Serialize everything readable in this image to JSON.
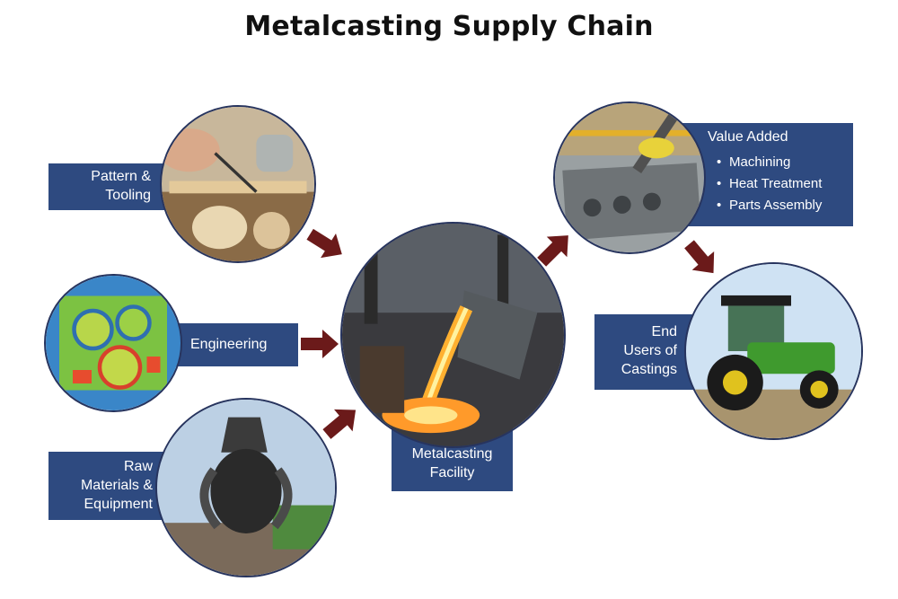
{
  "title": "Metalcasting Supply Chain",
  "nodes": {
    "pattern": {
      "label": "Pattern &\nTooling"
    },
    "engineering": {
      "label": "Engineering"
    },
    "raw": {
      "label": "Raw\nMaterials &\nEquipment"
    },
    "facility": {
      "label": "Metalcasting\nFacility"
    },
    "value_added": {
      "label": "Value Added",
      "items": [
        "Machining",
        "Heat Treatment",
        "Parts Assembly"
      ]
    },
    "end_users": {
      "label": "End\nUsers of\nCastings"
    }
  },
  "colors": {
    "label_bg": "#2e4a80",
    "circle_border": "#27345e",
    "arrow": "#6b1a1a"
  },
  "icons": [
    "wrench-icon",
    "gear-icon",
    "crane-icon",
    "furnace-icon",
    "drill-icon",
    "tractor-icon"
  ]
}
